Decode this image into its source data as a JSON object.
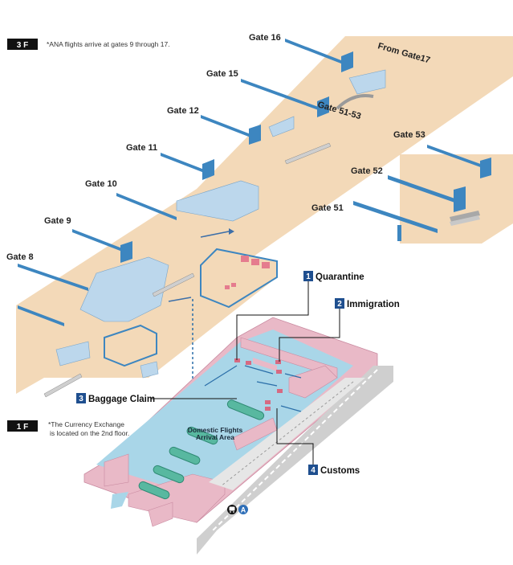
{
  "floors": {
    "upper": {
      "badge": "3 F",
      "note": "*ANA flights arrive at gates 9 through 17."
    },
    "lower": {
      "badge": "1 F",
      "note_line1": "*The Currency Exchange",
      "note_line2": "is located on the 2nd floor.",
      "area_line1": "Domestic Flights",
      "area_line2": "Arrival Area"
    }
  },
  "gates": {
    "g16": "Gate 16",
    "g15": "Gate 15",
    "g12": "Gate 12",
    "g11": "Gate 11",
    "g10": "Gate 10",
    "g9": "Gate 9",
    "g8": "Gate 8",
    "g53": "Gate 53",
    "g52": "Gate 52",
    "g51": "Gate 51",
    "g51_53": "Gate 51-53",
    "from17": "From Gate17"
  },
  "steps": [
    {
      "num": "1",
      "label": "Quarantine"
    },
    {
      "num": "2",
      "label": "Immigration"
    },
    {
      "num": "3",
      "label": "Baggage Claim"
    },
    {
      "num": "4",
      "label": "Customs"
    }
  ],
  "transport": {
    "bus_icon": "bus-icon",
    "stop_letter": "A"
  },
  "colors": {
    "floor_tan": "#f3d9b8",
    "gate_blue": "#3d86c0",
    "room_blue": "#bcd7ec",
    "hall_blue": "#a9d6e8",
    "pink": "#e9b9c7",
    "carousel_green": "#58b8a0",
    "badge_navy": "#1f4f8f",
    "label_black": "#111111"
  }
}
